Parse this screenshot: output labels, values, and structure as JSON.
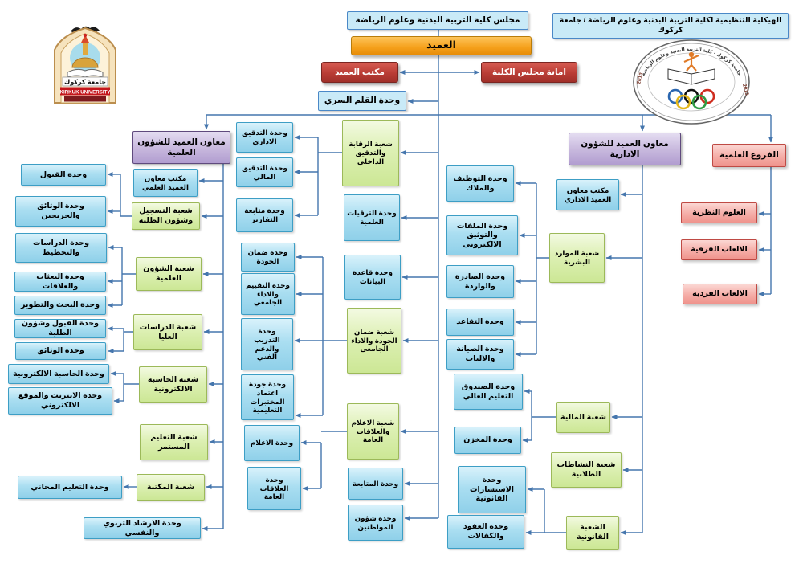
{
  "page": {
    "title": "الهيكلية التنظيمية لكلية التربية البدنية وعلوم الرياضة / جامعة كركوك"
  },
  "top": {
    "council": "مجلس كلية التربية البدنية وعلوم الرياضة",
    "dean": "العميد",
    "dean_office": "مكتب العميد",
    "council_secretariat": "امانة مجلس الكلية",
    "secret_pen_unit": "وحدة القلم السري"
  },
  "logos": {
    "university_name_ar": "جامعة كركوك",
    "university_name_en": "KIRKUK UNIVERSITY",
    "seal_ring_text": "جامعة كركوك - كلية التربية البدنية وعلوم الرياضة",
    "seal_year": "2013",
    "seal_year2": "2013"
  },
  "scientific": {
    "head": "معاون العميد للشؤون العلمية",
    "office": "مكتب معاون العميد العلمي",
    "registration_div": "شعبة التسجيل وشؤون الطلبة",
    "admission_unit": "وحدة القبول",
    "documents_graduates_unit": "وحدة الوثائق والخريجين",
    "scientific_affairs_div": "شعبة الشؤون العلمية",
    "studies_planning_unit": "وحدة الدراسات والتخطيط",
    "missions_relations_unit": "وحدة البعثات والعلاقات",
    "research_dev_unit": "وحدة البحث والتطوير",
    "graduate_studies_div": "شعبة الدراسات العليا",
    "admission_students_unit": "وحدة القبول وشؤون الطلبة",
    "documents_unit": "وحدة الوثائق",
    "computer_div": "شعبة الحاسبة الالكترونية",
    "computer_unit": "وحدة الحاسبة الالكترونية",
    "internet_website_unit": "وحدة الانترنت والموقع الالكتروني",
    "continuing_edu_div": "شعبة التعليم المستمر",
    "library_div": "شعبة المكتبة",
    "free_edu_unit": "وحدة التعليم المجاني",
    "counseling_unit": "وحدة الارشاد التربوي والنفسي"
  },
  "dean_direct": {
    "audit_div": "شعبة الرقابة والتدقيق الداخلي",
    "admin_audit_unit": "وحدة التدقيق الاداري",
    "financial_audit_unit": "وحدة التدقيق المالي",
    "reports_unit": "وحدة متابعة التقارير",
    "promotions_unit": "وحدة الترقيات العلمية",
    "database_unit": "وحدة قاعدة البيانات",
    "quality_div": "شعبة ضمان الجودة والاداء الجامعى",
    "quality_unit": "وحدة ضمان الجودة",
    "evaluation_unit": "وحدة التقييم والاداء الجامعي",
    "training_support_unit": "وحدة التدريب والدعم الفني",
    "labs_quality_unit": "وحدة جودة اعتماد المختبرات التعليمية",
    "media_div": "شعبة الاعلام والعلاقات العامة",
    "media_unit": "وحدة الاعلام",
    "public_relations_unit": "وحدة العلاقات العامة",
    "followup_unit": "وحدة المتابعة",
    "citizens_affairs_unit": "وحدة شؤون المواطنين"
  },
  "administrative": {
    "head": "معاون العميد للشؤون الادارية",
    "office": "مكتب معاون العميد الاداري",
    "hr_div": "شعبة الموارد البشرية",
    "employment_unit": "وحدة التوظيف والملاك",
    "files_unit": "وحدة الملفات والتوثيق الالكترونى",
    "in_out_unit": "وحدة الصادرة والواردة",
    "retirement_unit": "وحدة التقاعد",
    "maintenance_unit": "وحدة الصيانة والاليات",
    "finance_div": "شعبة المالية",
    "higher_edu_fund_unit": "وحدة الصندوق التعليم العالي",
    "store_unit": "وحدة المخزن",
    "student_activities_div": "شعبة النشاطات الطلابية",
    "legal_div": "الشعبة القانونية",
    "legal_consult_unit": "وحدة الاستشارات القانونية",
    "contracts_unit": "وحدة العقود والكفالات"
  },
  "branches": {
    "head": "الفروع العلمية",
    "theoretical": "العلوم النظرية",
    "team_games": "الالعاب الفرقية",
    "individual_games": "الالعاب الفردية"
  },
  "colors": {
    "connector": "#4576ad",
    "unit_blue": "#aadef1",
    "division_green": "#ddf0b4",
    "assistant_purple": "#c9bade",
    "executive_red": "#b93c35",
    "dean_orange": "#f5a01b",
    "branch_pink": "#f5ada7",
    "header_lightblue": "#c9eaf7"
  }
}
